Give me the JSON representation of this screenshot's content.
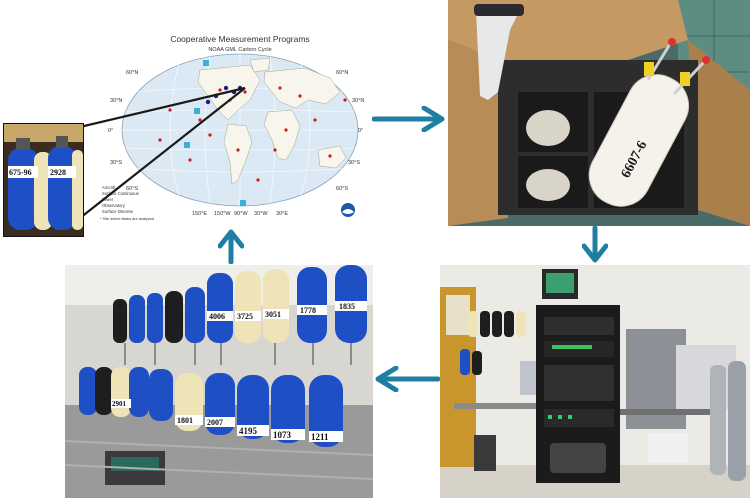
{
  "colors": {
    "arrow": "#1f7fa3",
    "ocean": "#dbe9f4",
    "land": "#f7f5ec",
    "cylinder_blue": "#1f4fc4",
    "cylinder_cream": "#efe3b8",
    "cylinder_black": "#1e1e1e",
    "box_brown": "#b98a52",
    "rack_black": "#1b1b1b"
  },
  "map": {
    "title": "Cooperative Measurement Programs",
    "subtitle": "NOAA GML Carbon Cycle",
    "lat_labels": [
      "60°N",
      "30°N",
      "0°",
      "30°S",
      "60°S"
    ],
    "lon_labels": [
      "150°E",
      "150°W",
      "90°W",
      "30°W",
      "30°E"
    ],
    "legend": [
      {
        "label": "Aircraft",
        "color": "#5a2ca0"
      },
      {
        "label": "Surface Continuous",
        "color": "#d01a8a"
      },
      {
        "label": "Tower",
        "color": "#18a05a"
      },
      {
        "label": "Observatory",
        "color": "#1a8ad0"
      },
      {
        "label": "Surface Discrete",
        "color": "#d01a1a"
      }
    ],
    "legend_note": "* Site where flasks are analyzed"
  },
  "cylinder_labels": {
    "inset": [
      "675-96",
      "2928"
    ],
    "flask_box": "6607-6",
    "manifold_top": [
      "4006",
      "3725",
      "3051",
      "1778",
      "1835"
    ],
    "manifold_bottom": [
      "2901",
      "1801",
      "2007",
      "4195",
      "1073",
      "1211"
    ]
  },
  "flow": [
    "map-to-shipping",
    "shipping-to-analysis",
    "analysis-to-manifold",
    "manifold-to-map"
  ]
}
